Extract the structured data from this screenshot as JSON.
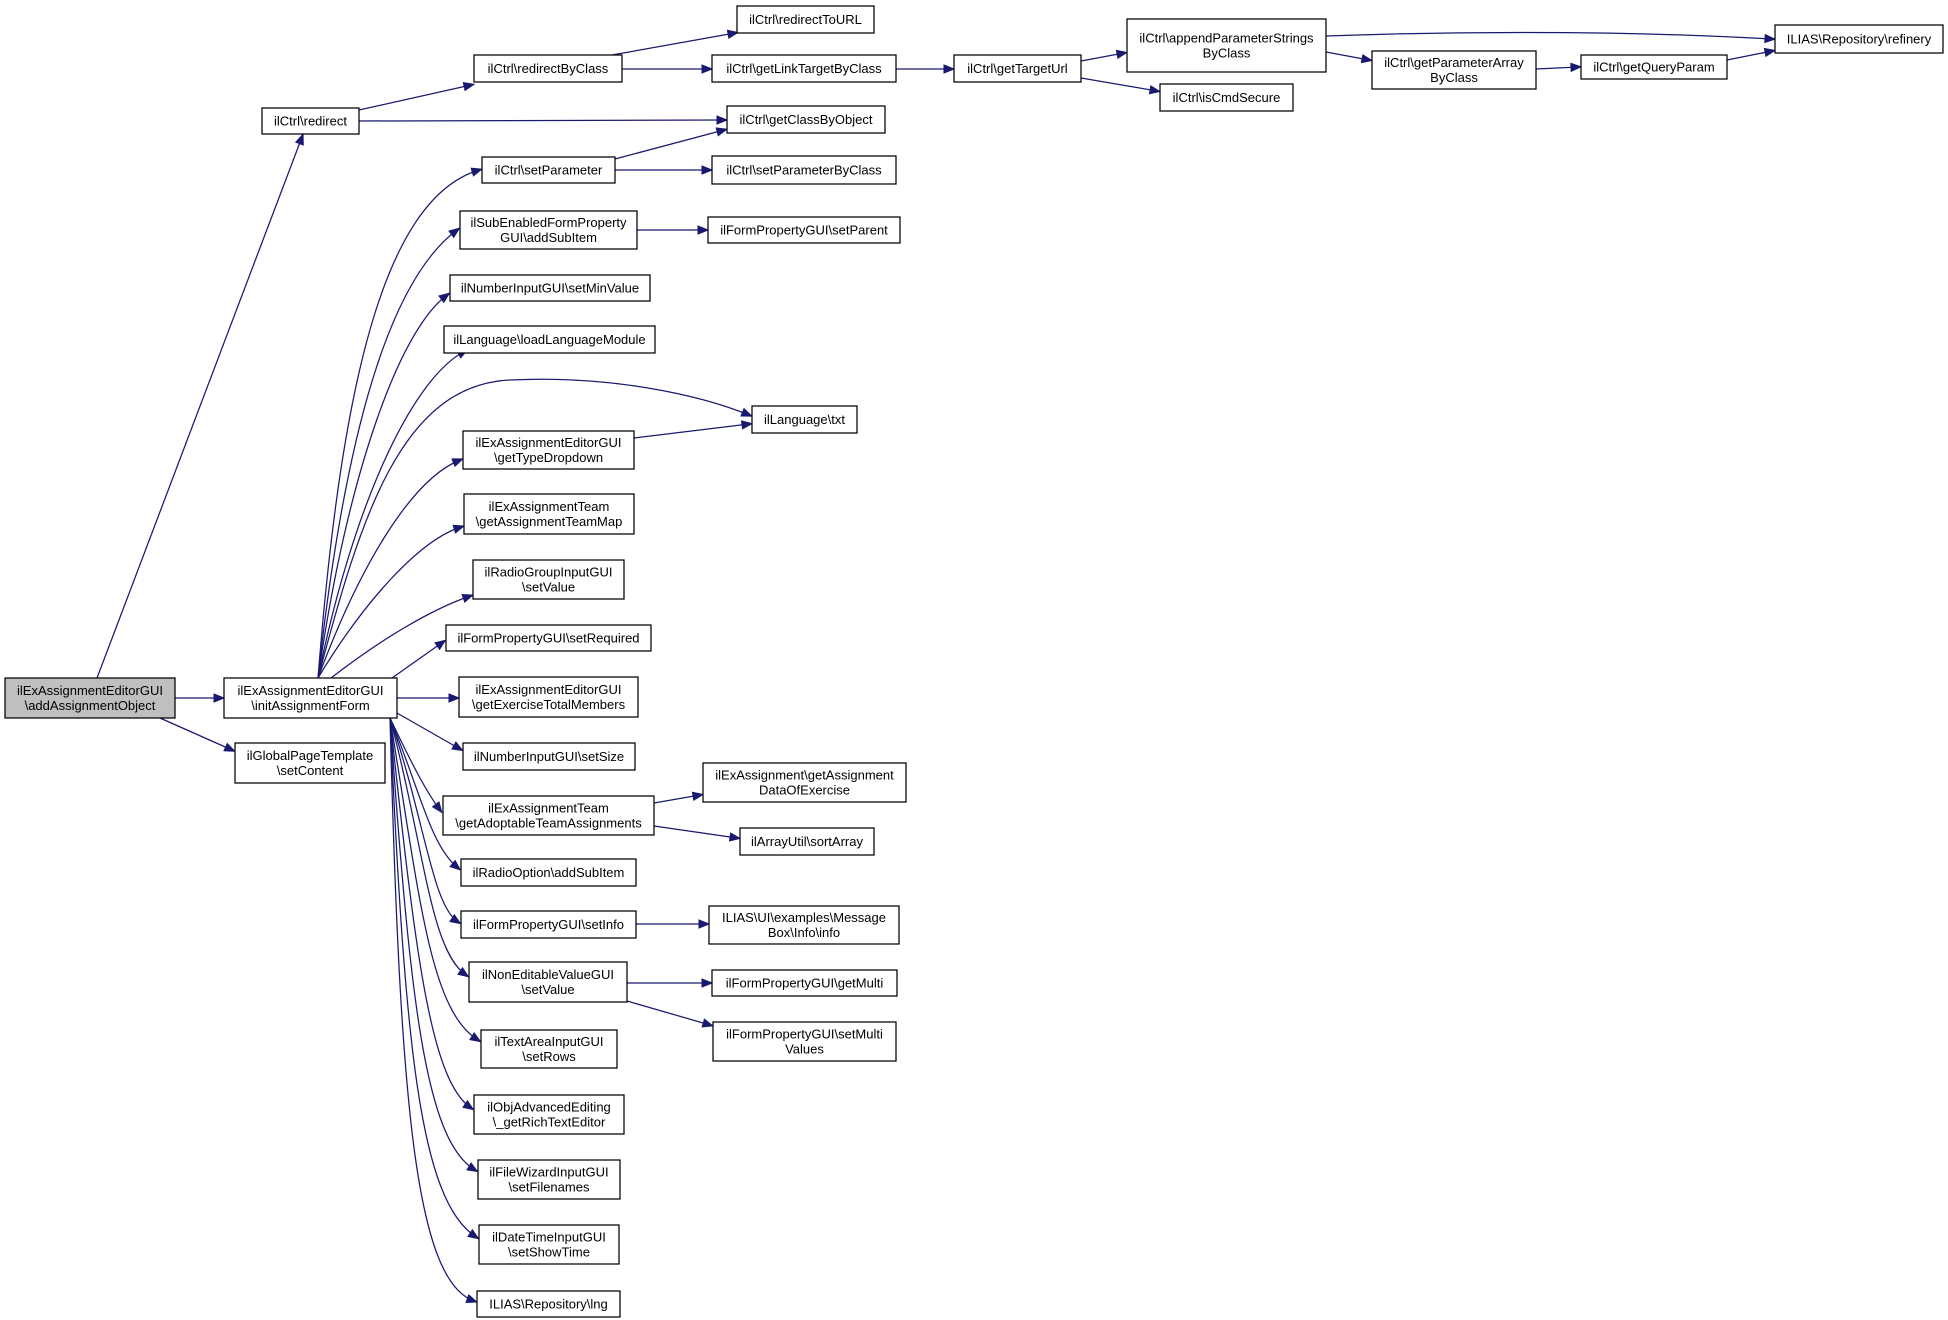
{
  "colors": {
    "edge": "#191970",
    "node_border": "#000000",
    "node_fill": "#ffffff",
    "root_fill": "#bfbfbf"
  },
  "nodes": [
    {
      "id": "root",
      "lines": [
        "ilExAssignmentEditorGUI",
        "\\addAssignmentObject"
      ],
      "root": true
    },
    {
      "id": "redirect",
      "lines": [
        "ilCtrl\\redirect"
      ]
    },
    {
      "id": "initForm",
      "lines": [
        "ilExAssignmentEditorGUI",
        "\\initAssignmentForm"
      ]
    },
    {
      "id": "setContent",
      "lines": [
        "ilGlobalPageTemplate",
        "\\setContent"
      ]
    },
    {
      "id": "redirectByClass",
      "lines": [
        "ilCtrl\\redirectByClass"
      ]
    },
    {
      "id": "getClassByObject",
      "lines": [
        "ilCtrl\\getClassByObject"
      ]
    },
    {
      "id": "redirectToURL",
      "lines": [
        "ilCtrl\\redirectToURL"
      ]
    },
    {
      "id": "getLinkTargetByClass",
      "lines": [
        "ilCtrl\\getLinkTargetByClass"
      ]
    },
    {
      "id": "getTargetUrl",
      "lines": [
        "ilCtrl\\getTargetUrl"
      ]
    },
    {
      "id": "appendParam",
      "lines": [
        "ilCtrl\\appendParameterStrings",
        "ByClass"
      ]
    },
    {
      "id": "isCmdSecure",
      "lines": [
        "ilCtrl\\isCmdSecure"
      ]
    },
    {
      "id": "getParamArray",
      "lines": [
        "ilCtrl\\getParameterArray",
        "ByClass"
      ]
    },
    {
      "id": "getQueryParam",
      "lines": [
        "ilCtrl\\getQueryParam"
      ]
    },
    {
      "id": "refinery",
      "lines": [
        "ILIAS\\Repository\\refinery"
      ]
    },
    {
      "id": "setParameter",
      "lines": [
        "ilCtrl\\setParameter"
      ]
    },
    {
      "id": "setParameterByClass",
      "lines": [
        "ilCtrl\\setParameterByClass"
      ]
    },
    {
      "id": "subEnabledAddSub",
      "lines": [
        "ilSubEnabledFormProperty",
        "GUI\\addSubItem"
      ]
    },
    {
      "id": "setParent",
      "lines": [
        "ilFormPropertyGUI\\setParent"
      ]
    },
    {
      "id": "setMinValue",
      "lines": [
        "ilNumberInputGUI\\setMinValue"
      ]
    },
    {
      "id": "loadLangModule",
      "lines": [
        "ilLanguage\\loadLanguageModule"
      ]
    },
    {
      "id": "txt",
      "lines": [
        "ilLanguage\\txt"
      ]
    },
    {
      "id": "getTypeDropdown",
      "lines": [
        "ilExAssignmentEditorGUI",
        "\\getTypeDropdown"
      ]
    },
    {
      "id": "getTeamMap",
      "lines": [
        "ilExAssignmentTeam",
        "\\getAssignmentTeamMap"
      ]
    },
    {
      "id": "radioSetValue",
      "lines": [
        "ilRadioGroupInputGUI",
        "\\setValue"
      ]
    },
    {
      "id": "setRequired",
      "lines": [
        "ilFormPropertyGUI\\setRequired"
      ]
    },
    {
      "id": "getTotalMembers",
      "lines": [
        "ilExAssignmentEditorGUI",
        "\\getExerciseTotalMembers"
      ]
    },
    {
      "id": "setSize",
      "lines": [
        "ilNumberInputGUI\\setSize"
      ]
    },
    {
      "id": "getAdoptable",
      "lines": [
        "ilExAssignmentTeam",
        "\\getAdoptableTeamAssignments"
      ]
    },
    {
      "id": "getAssignData",
      "lines": [
        "ilExAssignment\\getAssignment",
        "DataOfExercise"
      ]
    },
    {
      "id": "sortArray",
      "lines": [
        "ilArrayUtil\\sortArray"
      ]
    },
    {
      "id": "radioOptAddSub",
      "lines": [
        "ilRadioOption\\addSubItem"
      ]
    },
    {
      "id": "setInfo",
      "lines": [
        "ilFormPropertyGUI\\setInfo"
      ]
    },
    {
      "id": "msgInfo",
      "lines": [
        "ILIAS\\UI\\examples\\Message",
        "Box\\Info\\info"
      ]
    },
    {
      "id": "nonEditSetValue",
      "lines": [
        "ilNonEditableValueGUI",
        "\\setValue"
      ]
    },
    {
      "id": "getMulti",
      "lines": [
        "ilFormPropertyGUI\\getMulti"
      ]
    },
    {
      "id": "setMultiValues",
      "lines": [
        "ilFormPropertyGUI\\setMulti",
        "Values"
      ]
    },
    {
      "id": "setRows",
      "lines": [
        "ilTextAreaInputGUI",
        "\\setRows"
      ]
    },
    {
      "id": "richText",
      "lines": [
        "ilObjAdvancedEditing",
        "\\_getRichTextEditor"
      ]
    },
    {
      "id": "setFilenames",
      "lines": [
        "ilFileWizardInputGUI",
        "\\setFilenames"
      ]
    },
    {
      "id": "setShowTime",
      "lines": [
        "ilDateTimeInputGUI",
        "\\setShowTime"
      ]
    },
    {
      "id": "lng",
      "lines": [
        "ILIAS\\Repository\\lng"
      ]
    }
  ],
  "edges": [
    [
      "root",
      "redirect"
    ],
    [
      "root",
      "initForm"
    ],
    [
      "root",
      "setContent"
    ],
    [
      "redirect",
      "redirectByClass"
    ],
    [
      "redirect",
      "getClassByObject"
    ],
    [
      "redirectByClass",
      "redirectToURL"
    ],
    [
      "redirectByClass",
      "getLinkTargetByClass"
    ],
    [
      "getLinkTargetByClass",
      "getTargetUrl"
    ],
    [
      "getTargetUrl",
      "appendParam"
    ],
    [
      "getTargetUrl",
      "isCmdSecure"
    ],
    [
      "appendParam",
      "refinery"
    ],
    [
      "appendParam",
      "getParamArray"
    ],
    [
      "getParamArray",
      "getQueryParam"
    ],
    [
      "getQueryParam",
      "refinery"
    ],
    [
      "setParameter",
      "getClassByObject"
    ],
    [
      "setParameter",
      "setParameterByClass"
    ],
    [
      "subEnabledAddSub",
      "setParent"
    ],
    [
      "getTypeDropdown",
      "txt"
    ],
    [
      "getAdoptable",
      "getAssignData"
    ],
    [
      "getAdoptable",
      "sortArray"
    ],
    [
      "setInfo",
      "msgInfo"
    ],
    [
      "nonEditSetValue",
      "getMulti"
    ],
    [
      "nonEditSetValue",
      "setMultiValues"
    ],
    [
      "initForm",
      "setParameter"
    ],
    [
      "initForm",
      "subEnabledAddSub"
    ],
    [
      "initForm",
      "setMinValue"
    ],
    [
      "initForm",
      "loadLangModule"
    ],
    [
      "initForm",
      "txt"
    ],
    [
      "initForm",
      "getTypeDropdown"
    ],
    [
      "initForm",
      "getTeamMap"
    ],
    [
      "initForm",
      "radioSetValue"
    ],
    [
      "initForm",
      "setRequired"
    ],
    [
      "initForm",
      "getTotalMembers"
    ],
    [
      "initForm",
      "setSize"
    ],
    [
      "initForm",
      "getAdoptable"
    ],
    [
      "initForm",
      "radioOptAddSub"
    ],
    [
      "initForm",
      "setInfo"
    ],
    [
      "initForm",
      "nonEditSetValue"
    ],
    [
      "initForm",
      "setRows"
    ],
    [
      "initForm",
      "richText"
    ],
    [
      "initForm",
      "setFilenames"
    ],
    [
      "initForm",
      "setShowTime"
    ],
    [
      "initForm",
      "lng"
    ]
  ]
}
